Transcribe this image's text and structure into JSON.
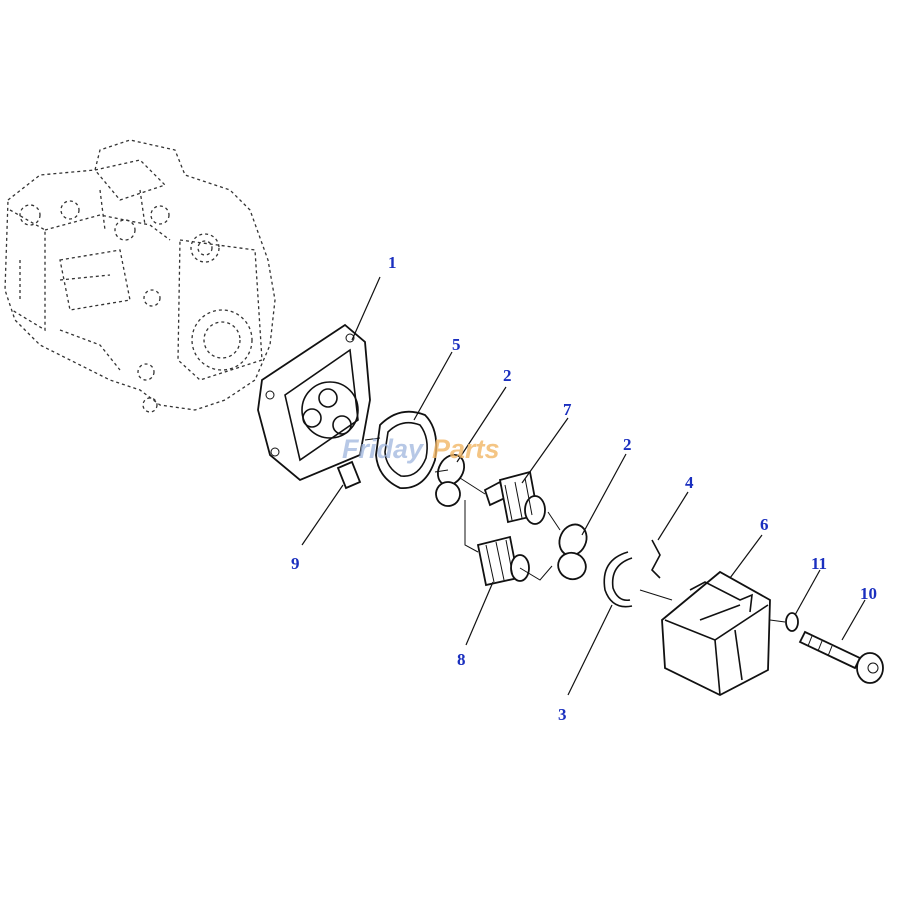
{
  "diagram": {
    "callouts": [
      {
        "id": "c1",
        "label": "1"
      },
      {
        "id": "c2a",
        "label": "2"
      },
      {
        "id": "c2b",
        "label": "2"
      },
      {
        "id": "c3",
        "label": "3"
      },
      {
        "id": "c4",
        "label": "4"
      },
      {
        "id": "c5",
        "label": "5"
      },
      {
        "id": "c6",
        "label": "6"
      },
      {
        "id": "c7",
        "label": "7"
      },
      {
        "id": "c8",
        "label": "8"
      },
      {
        "id": "c9",
        "label": "9"
      },
      {
        "id": "c10",
        "label": "10"
      },
      {
        "id": "c11",
        "label": "11"
      }
    ],
    "watermark": {
      "part1": "Friday",
      "part2": "Parts"
    },
    "colors": {
      "callout": "#1a2fbf",
      "line": "#111111",
      "watermark_blue": "#9fb6de",
      "watermark_orange": "#f2b766"
    }
  }
}
